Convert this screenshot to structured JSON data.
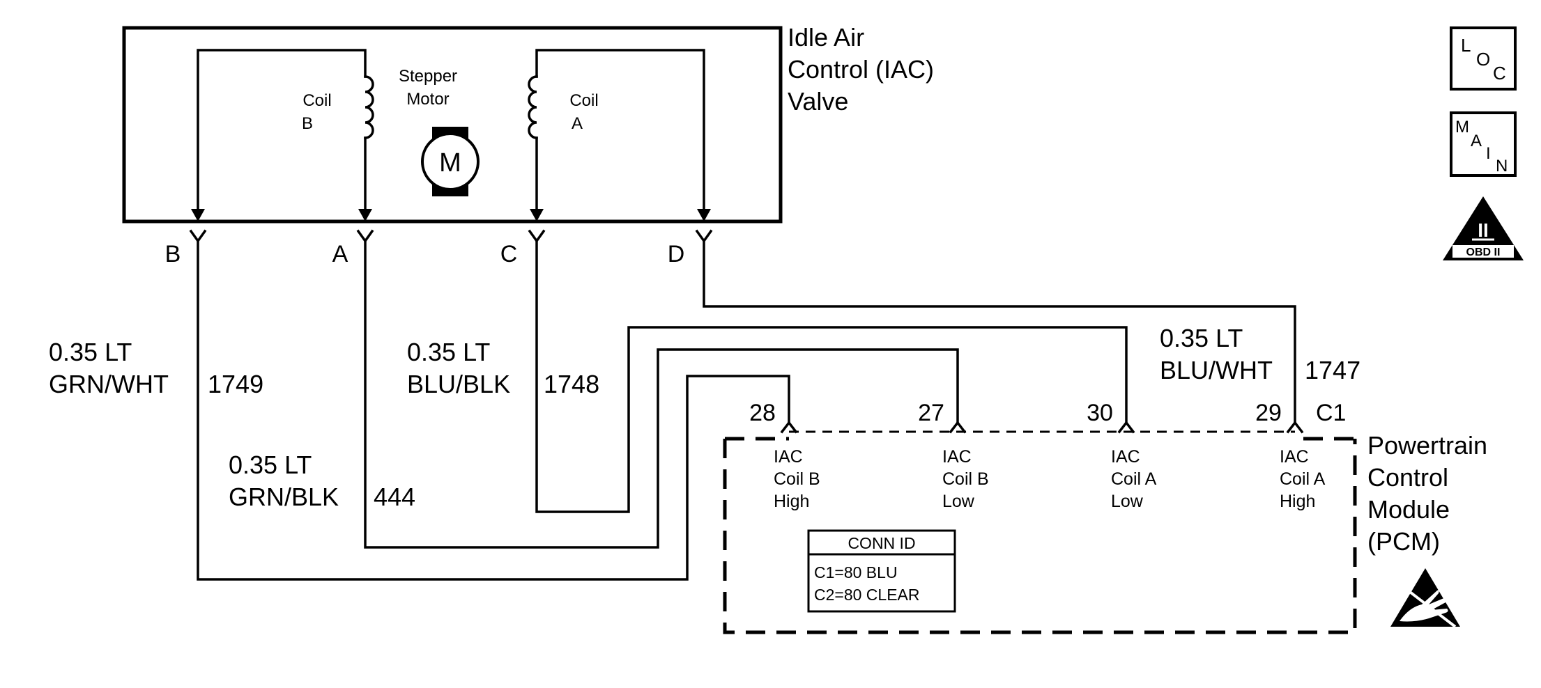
{
  "component": {
    "name_lines": [
      "Idle Air",
      "Control (IAC)",
      "Valve"
    ],
    "coil_b": [
      "Coil",
      "B"
    ],
    "coil_a": [
      "Coil",
      "A"
    ],
    "motor_lines": [
      "Stepper",
      "Motor"
    ],
    "motor_symbol": "M"
  },
  "pins": {
    "B": "B",
    "A": "A",
    "C": "C",
    "D": "D"
  },
  "wires": [
    {
      "size_color": [
        "0.35 LT",
        "GRN/WHT"
      ],
      "circuit": "1749"
    },
    {
      "size_color": [
        "0.35 LT",
        "BLU/BLK"
      ],
      "circuit": "1748"
    },
    {
      "size_color": [
        "0.35 LT",
        "GRN/BLK"
      ],
      "circuit": "444"
    },
    {
      "size_color": [
        "0.35 LT",
        "BLU/WHT"
      ],
      "circuit": "1747"
    }
  ],
  "module": {
    "name_lines": [
      "Powertrain",
      "Control",
      "Module",
      "(PCM)"
    ],
    "connector": "C1",
    "terminals": [
      {
        "pin": "28",
        "label": [
          "IAC",
          "Coil B",
          "High"
        ]
      },
      {
        "pin": "27",
        "label": [
          "IAC",
          "Coil B",
          "Low"
        ]
      },
      {
        "pin": "30",
        "label": [
          "IAC",
          "Coil A",
          "Low"
        ]
      },
      {
        "pin": "29",
        "label": [
          "IAC",
          "Coil A",
          "High"
        ]
      }
    ]
  },
  "conn_id": {
    "title": "CONN ID",
    "rows": [
      "C1=80 BLU",
      "C2=80 CLEAR"
    ]
  },
  "badges": {
    "loc": [
      "L",
      "O",
      "C"
    ],
    "main": [
      "M",
      "A",
      "I",
      "N"
    ],
    "obd": {
      "numeral": "II",
      "text": "OBD II"
    }
  },
  "icons": {
    "esd": "esd-sensitive-hand-icon"
  }
}
